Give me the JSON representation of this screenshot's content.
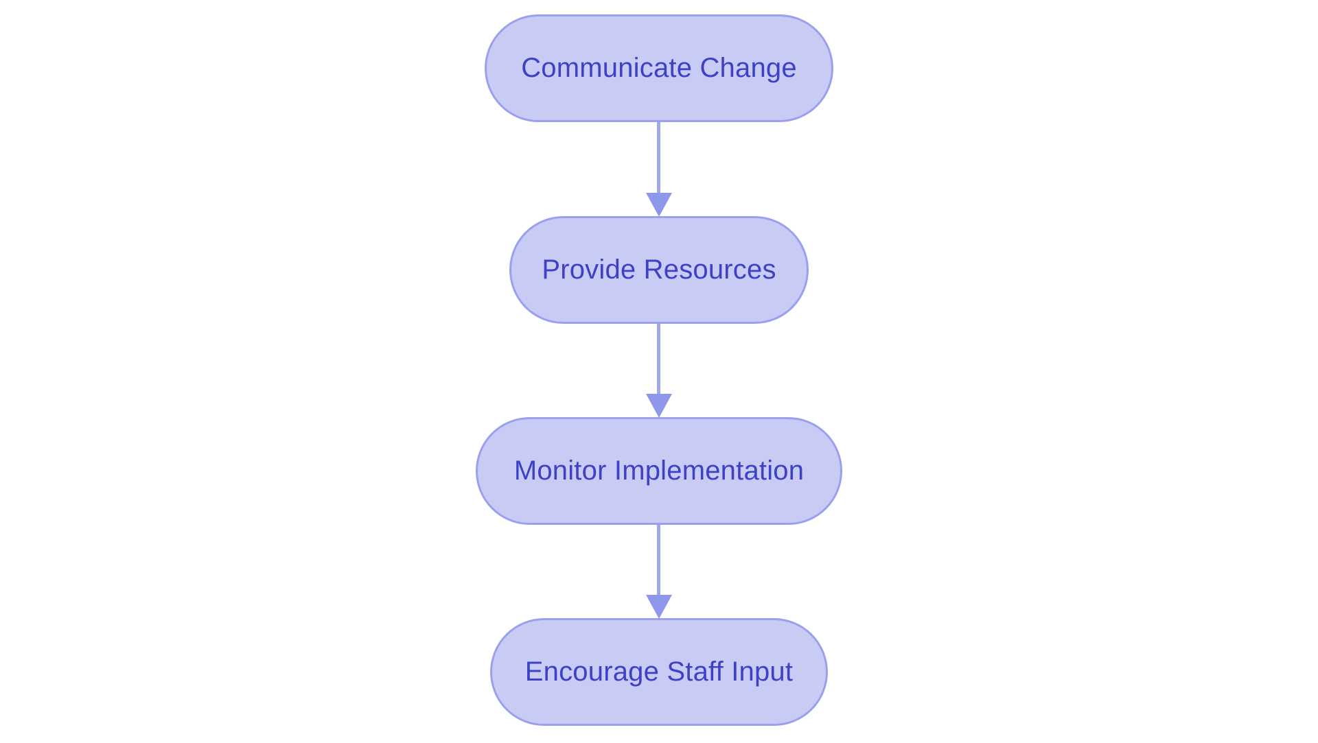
{
  "diagram": {
    "type": "flowchart",
    "direction": "top-down",
    "colors": {
      "background": "#FFFFFF",
      "node_fill": "#C8CBF4",
      "node_border": "#9AA0EE",
      "node_text": "#3C41C6",
      "arrow_stem": "#A0A7EF",
      "arrow_head": "#8F97EA"
    },
    "nodes": [
      {
        "id": "step-1",
        "label": "Communicate Change"
      },
      {
        "id": "step-2",
        "label": "Provide Resources"
      },
      {
        "id": "step-3",
        "label": "Monitor Implementation"
      },
      {
        "id": "step-4",
        "label": "Encourage Staff Input"
      }
    ],
    "edges": [
      {
        "from": "step-1",
        "to": "step-2"
      },
      {
        "from": "step-2",
        "to": "step-3"
      },
      {
        "from": "step-3",
        "to": "step-4"
      }
    ]
  }
}
